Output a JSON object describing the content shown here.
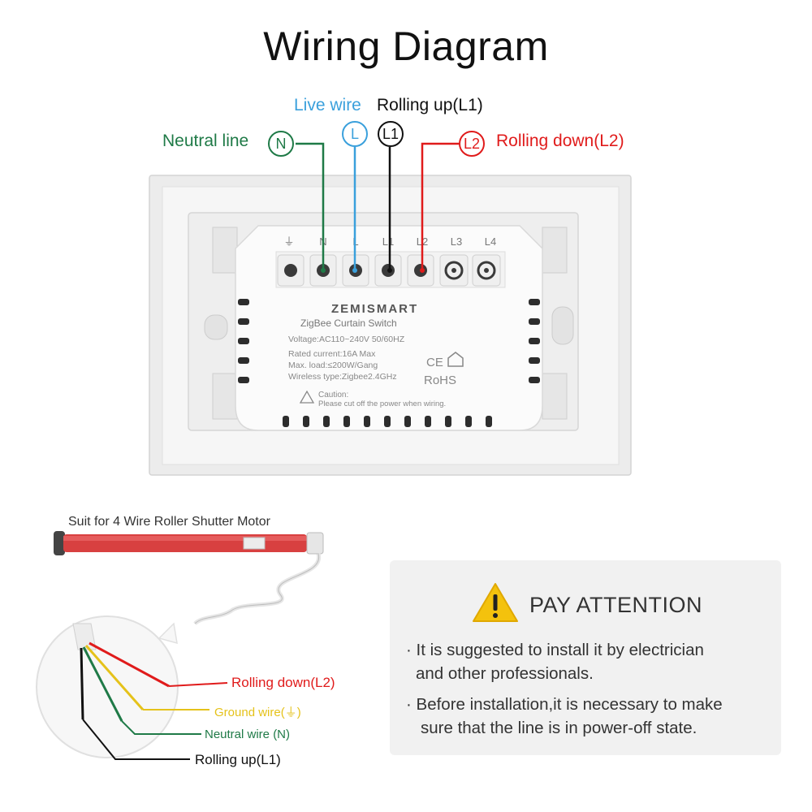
{
  "title": "Wiring Diagram",
  "terminals": {
    "neutral": {
      "label": "Neutral line",
      "symbol": "N",
      "color": "#1f7a47"
    },
    "live": {
      "label": "Live wire",
      "symbol": "L",
      "color": "#3aa0dc"
    },
    "l1": {
      "label": "Rolling up(L1)",
      "symbol": "L1",
      "color": "#111111"
    },
    "l2": {
      "label": "Rolling down(L2)",
      "symbol": "L2",
      "color": "#e01b1b"
    }
  },
  "device": {
    "brand": "ZEMISMART",
    "model": "ZigBee Curtain Switch",
    "voltage": "Voltage:AC110~240V  50/60HZ",
    "current": "Rated current:16A Max",
    "max_load": "Max. load:≤200W/Gang",
    "wireless": "Wireless type:Zigbee2.4GHz",
    "cert": "CE",
    "rohs": "RoHS",
    "caution_title": "Caution:",
    "caution_text": "Please cut off the power when wiring.",
    "terminal_labels": [
      "⏚",
      "N",
      "L",
      "L1",
      "L2",
      "L3",
      "L4"
    ]
  },
  "motor": {
    "caption": "Suit for 4 Wire Roller Shutter Motor",
    "wires": [
      {
        "label": "Rolling down(L2)",
        "color": "#e01b1b"
      },
      {
        "label": "Ground wire(⏚)",
        "color": "#e5c21a"
      },
      {
        "label": "Neutral wire (N)",
        "color": "#1f7a47"
      },
      {
        "label": "Rolling up(L1)",
        "color": "#111111"
      }
    ]
  },
  "attention": {
    "title": "PAY ATTENTION",
    "items": [
      {
        "line1": "· It is suggested to install it by electrician",
        "line2": "and other professionals."
      },
      {
        "line1": "· Before installation,it is necessary to make",
        "line2": "sure that the line is in power-off state."
      }
    ]
  }
}
